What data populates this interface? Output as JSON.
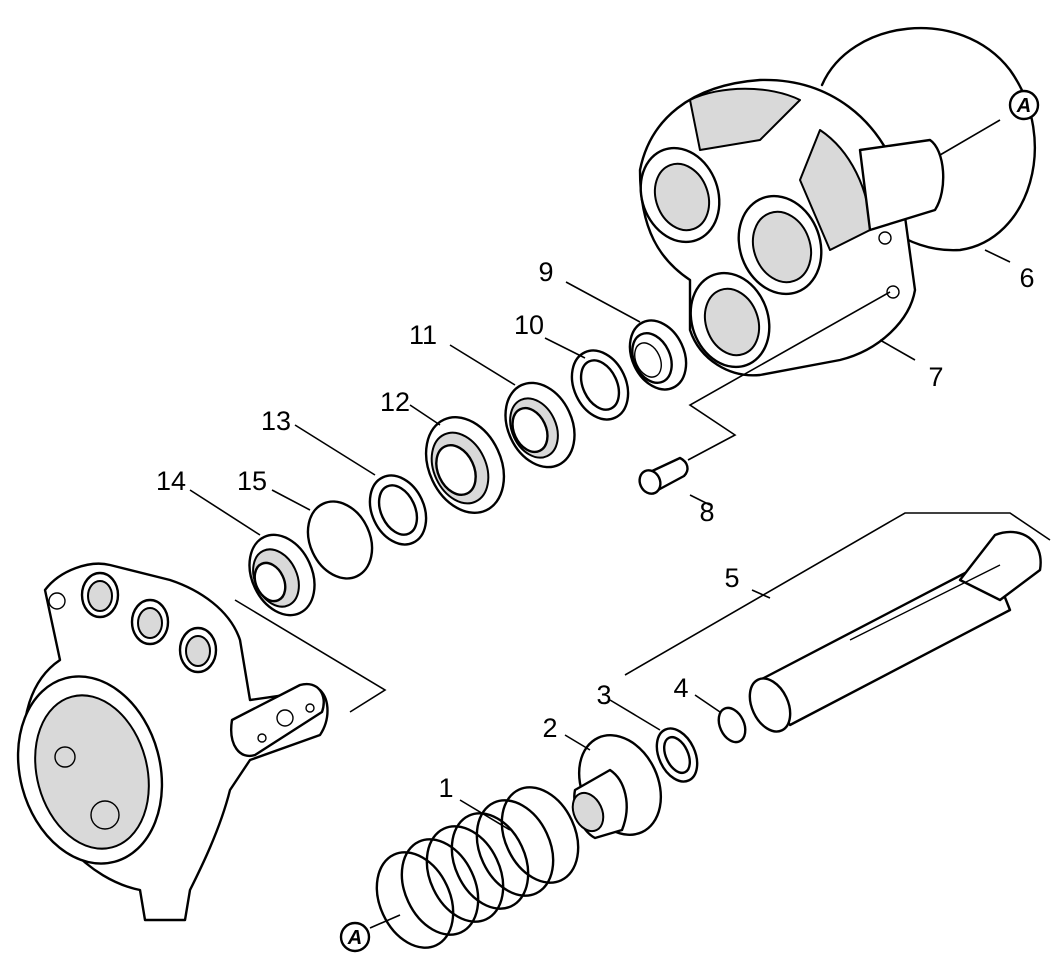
{
  "callouts": [
    {
      "id": "1",
      "text": "1"
    },
    {
      "id": "2",
      "text": "2"
    },
    {
      "id": "3",
      "text": "3"
    },
    {
      "id": "4",
      "text": "4"
    },
    {
      "id": "5",
      "text": "5"
    },
    {
      "id": "6",
      "text": "6"
    },
    {
      "id": "7",
      "text": "7"
    },
    {
      "id": "8",
      "text": "8"
    },
    {
      "id": "9",
      "text": "9"
    },
    {
      "id": "10",
      "text": "10"
    },
    {
      "id": "11",
      "text": "11"
    },
    {
      "id": "12",
      "text": "12"
    },
    {
      "id": "13",
      "text": "13"
    },
    {
      "id": "14",
      "text": "14"
    },
    {
      "id": "15",
      "text": "15"
    }
  ],
  "reference_marker": "A"
}
